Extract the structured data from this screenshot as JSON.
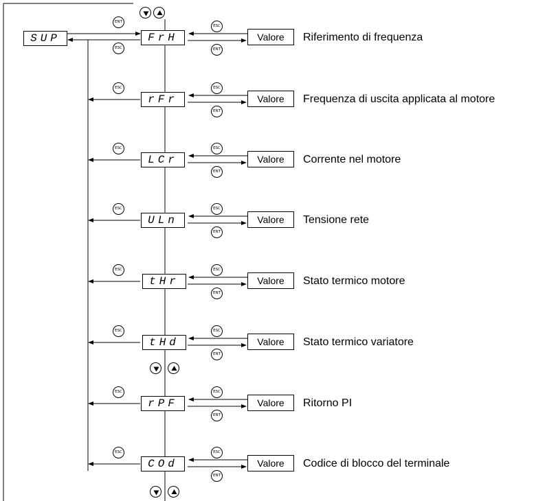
{
  "menu": {
    "code": "SUP",
    "ent_label": "ENT",
    "esc_label": "ESC",
    "value_label": "Valore"
  },
  "icons": [
    "down-arrow-button",
    "up-arrow-button",
    "ent-button",
    "esc-button"
  ],
  "items": [
    {
      "code": "FrH",
      "description": "Riferimento di frequenza"
    },
    {
      "code": "rFr",
      "description": "Frequenza di uscita applicata al motore"
    },
    {
      "code": "LCr",
      "description": "Corrente nel motore"
    },
    {
      "code": "ULn",
      "description": "Tensione rete"
    },
    {
      "code": "tHr",
      "description": "Stato termico motore"
    },
    {
      "code": "tHd",
      "description": "Stato termico variatore"
    },
    {
      "code": "rPF",
      "description": "Ritorno PI"
    },
    {
      "code": "COd",
      "description": "Codice di blocco del terminale"
    }
  ]
}
